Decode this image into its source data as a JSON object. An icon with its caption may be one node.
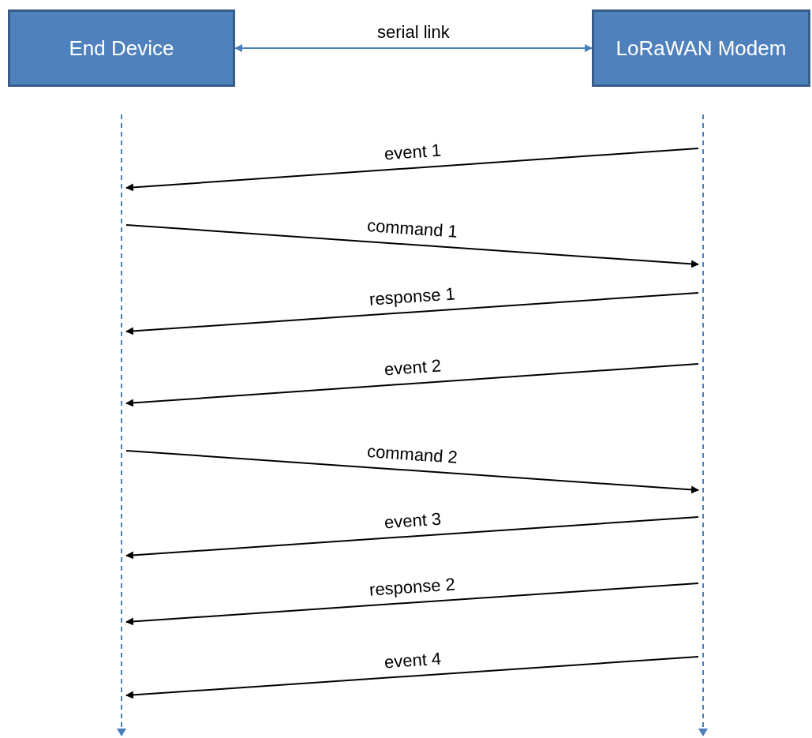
{
  "diagram": {
    "nodes": [
      {
        "text": [
          "End Device"
        ]
      },
      {
        "text": [
          "LoRaWAN Modem"
        ]
      },
      {
        "text": [],
        "shape": "line"
      },
      {
        "text": [],
        "shape": "line"
      }
    ],
    "edges": [
      {
        "from": 0,
        "to": 1,
        "arrow": "both",
        "label": "serial link",
        "color": "#4a7ebb"
      },
      {
        "from": 3,
        "to": 2,
        "arrow": "to",
        "label": "event 1"
      },
      {
        "from": 2,
        "to": 3,
        "arrow": "to",
        "label": "command 1"
      },
      {
        "from": 3,
        "to": 2,
        "arrow": "to",
        "label": "response 1"
      },
      {
        "from": 3,
        "to": 2,
        "arrow": "to",
        "label": "event 2"
      },
      {
        "from": 2,
        "to": 3,
        "arrow": "to",
        "label": "command 2"
      },
      {
        "from": 3,
        "to": 2,
        "arrow": "to",
        "label": "event 3"
      },
      {
        "from": 3,
        "to": 2,
        "arrow": "to",
        "label": "response 2"
      },
      {
        "from": 3,
        "to": 2,
        "arrow": "to",
        "label": "event 4"
      }
    ]
  }
}
